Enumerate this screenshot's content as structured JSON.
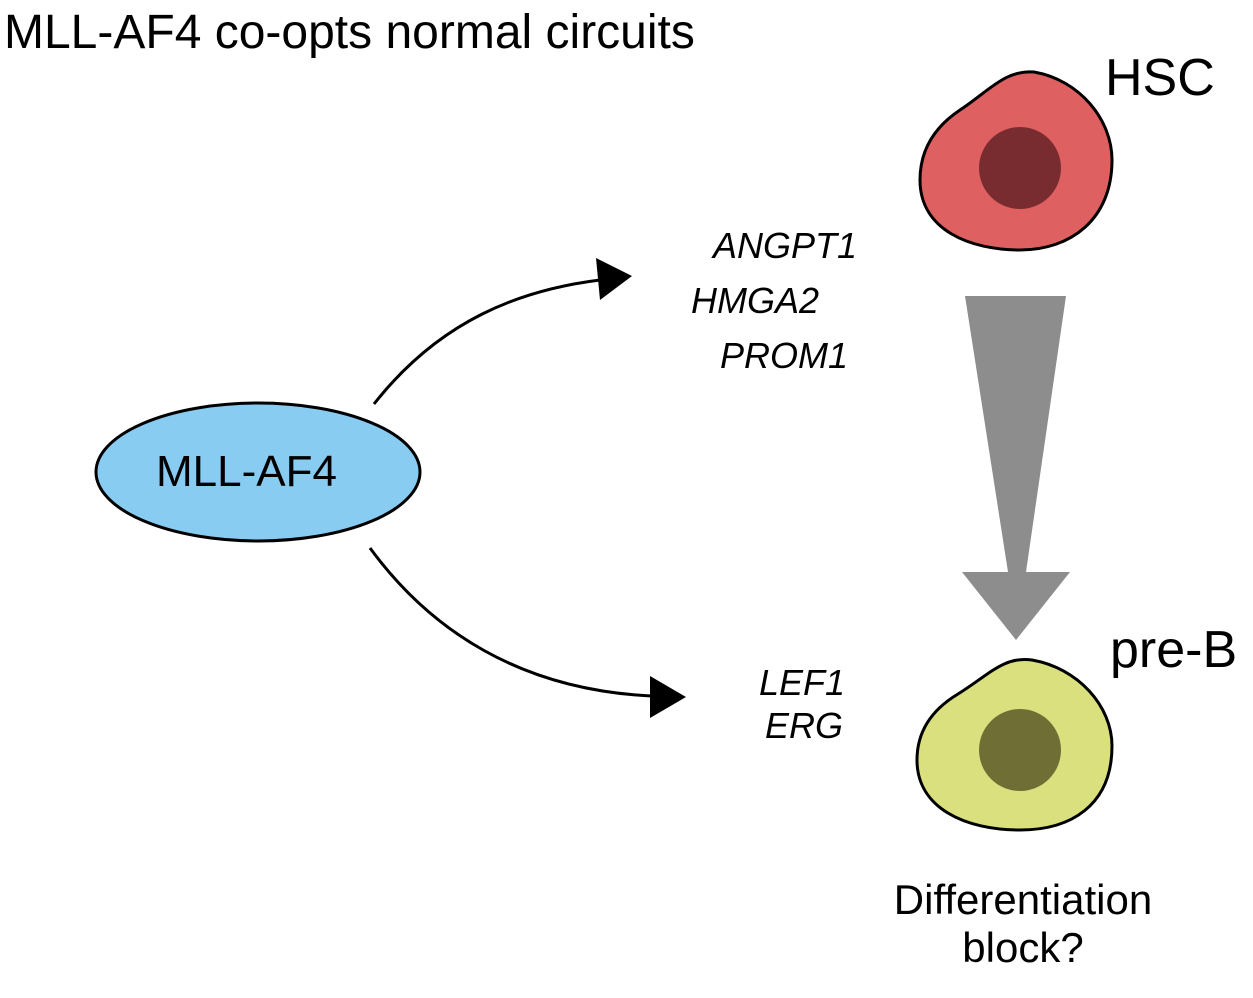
{
  "title": "MLL-AF4 co-opts normal circuits",
  "factor": {
    "label": "MLL-AF4",
    "fill_color": "#88ccf1"
  },
  "cells": {
    "hsc": {
      "label": "HSC",
      "body_color": "#de6061",
      "nucleus_color": "#782c2f"
    },
    "preb": {
      "label": "pre-B",
      "body_color": "#dbe07e",
      "nucleus_color": "#6f6f35"
    }
  },
  "targets": {
    "upper": [
      "ANGPT1",
      "HMGA2",
      "PROM1"
    ],
    "lower": [
      "LEF1",
      "ERG"
    ]
  },
  "differentiation_arrow_color": "#8c8d8c",
  "note": "Differentiation block?"
}
